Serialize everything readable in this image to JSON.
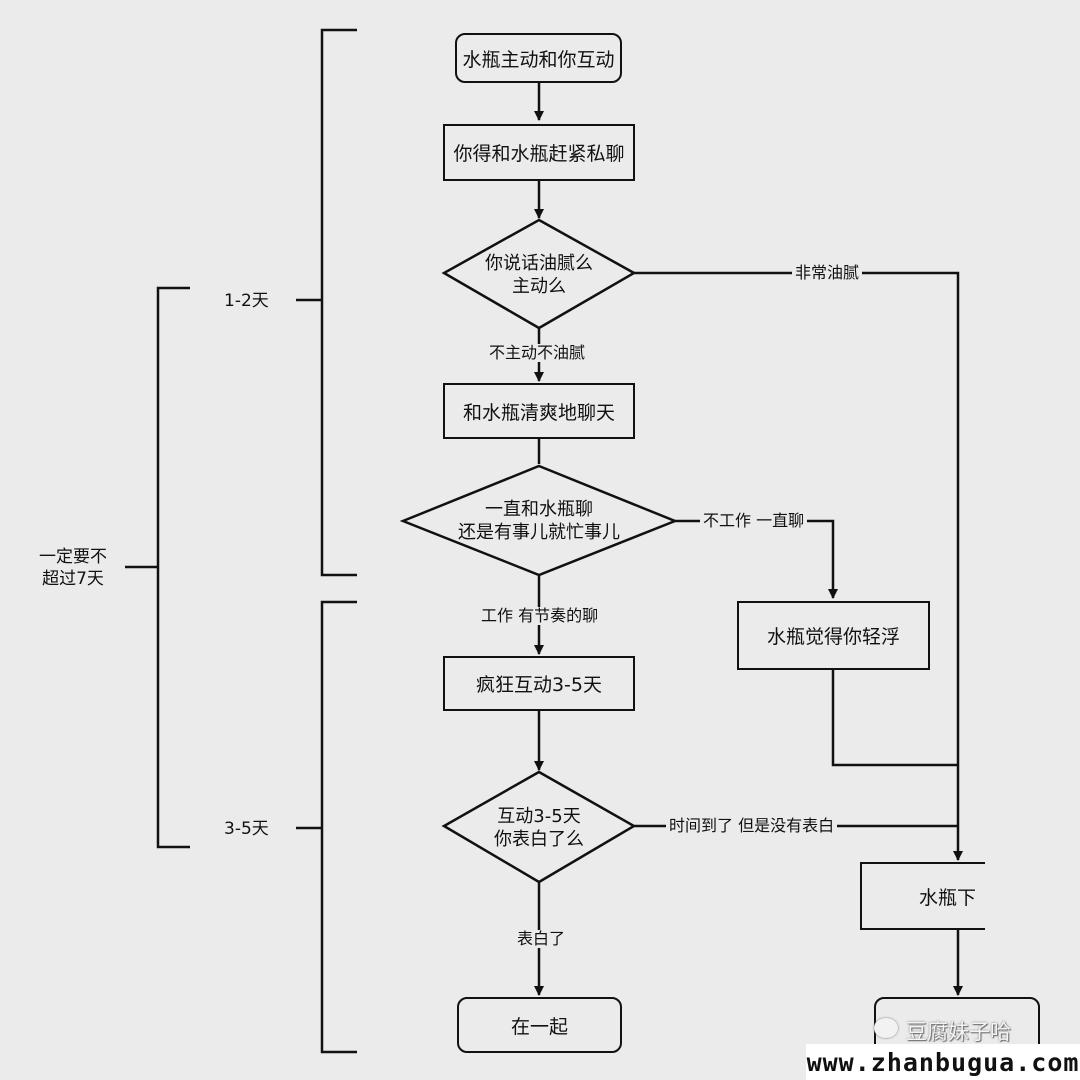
{
  "nodes": {
    "start": "水瓶主动和你互动",
    "chat_private": "你得和水瓶赶紧私聊",
    "greasy_q": [
      "你说话油腻么",
      "主动么"
    ],
    "chat_fresh": "和水瓶清爽地聊天",
    "always_chat_q": [
      "一直和水瓶聊",
      "还是有事儿就忙事儿"
    ],
    "frivolous": "水瓶觉得你轻浮",
    "crazy_interact": "疯狂互动3-5天",
    "confess_q": [
      "互动3-5天",
      "你表白了么"
    ],
    "together": "在一起",
    "aquarius_down": "水瓶下"
  },
  "edges": {
    "very_greasy": "非常油腻",
    "not_active": "不主动不油腻",
    "no_work": "不工作 一直聊",
    "work_rhythm": "工作 有节奏的聊",
    "time_up": "时间到了 但是没有表白",
    "confessed": "表白了"
  },
  "brackets": {
    "phase1": "1-2天",
    "phase2": "3-5天",
    "total": [
      "一定要不",
      "超过7天"
    ]
  },
  "watermark": {
    "name": "豆腐妹子哈",
    "url": "www.zhanbugua.com"
  }
}
